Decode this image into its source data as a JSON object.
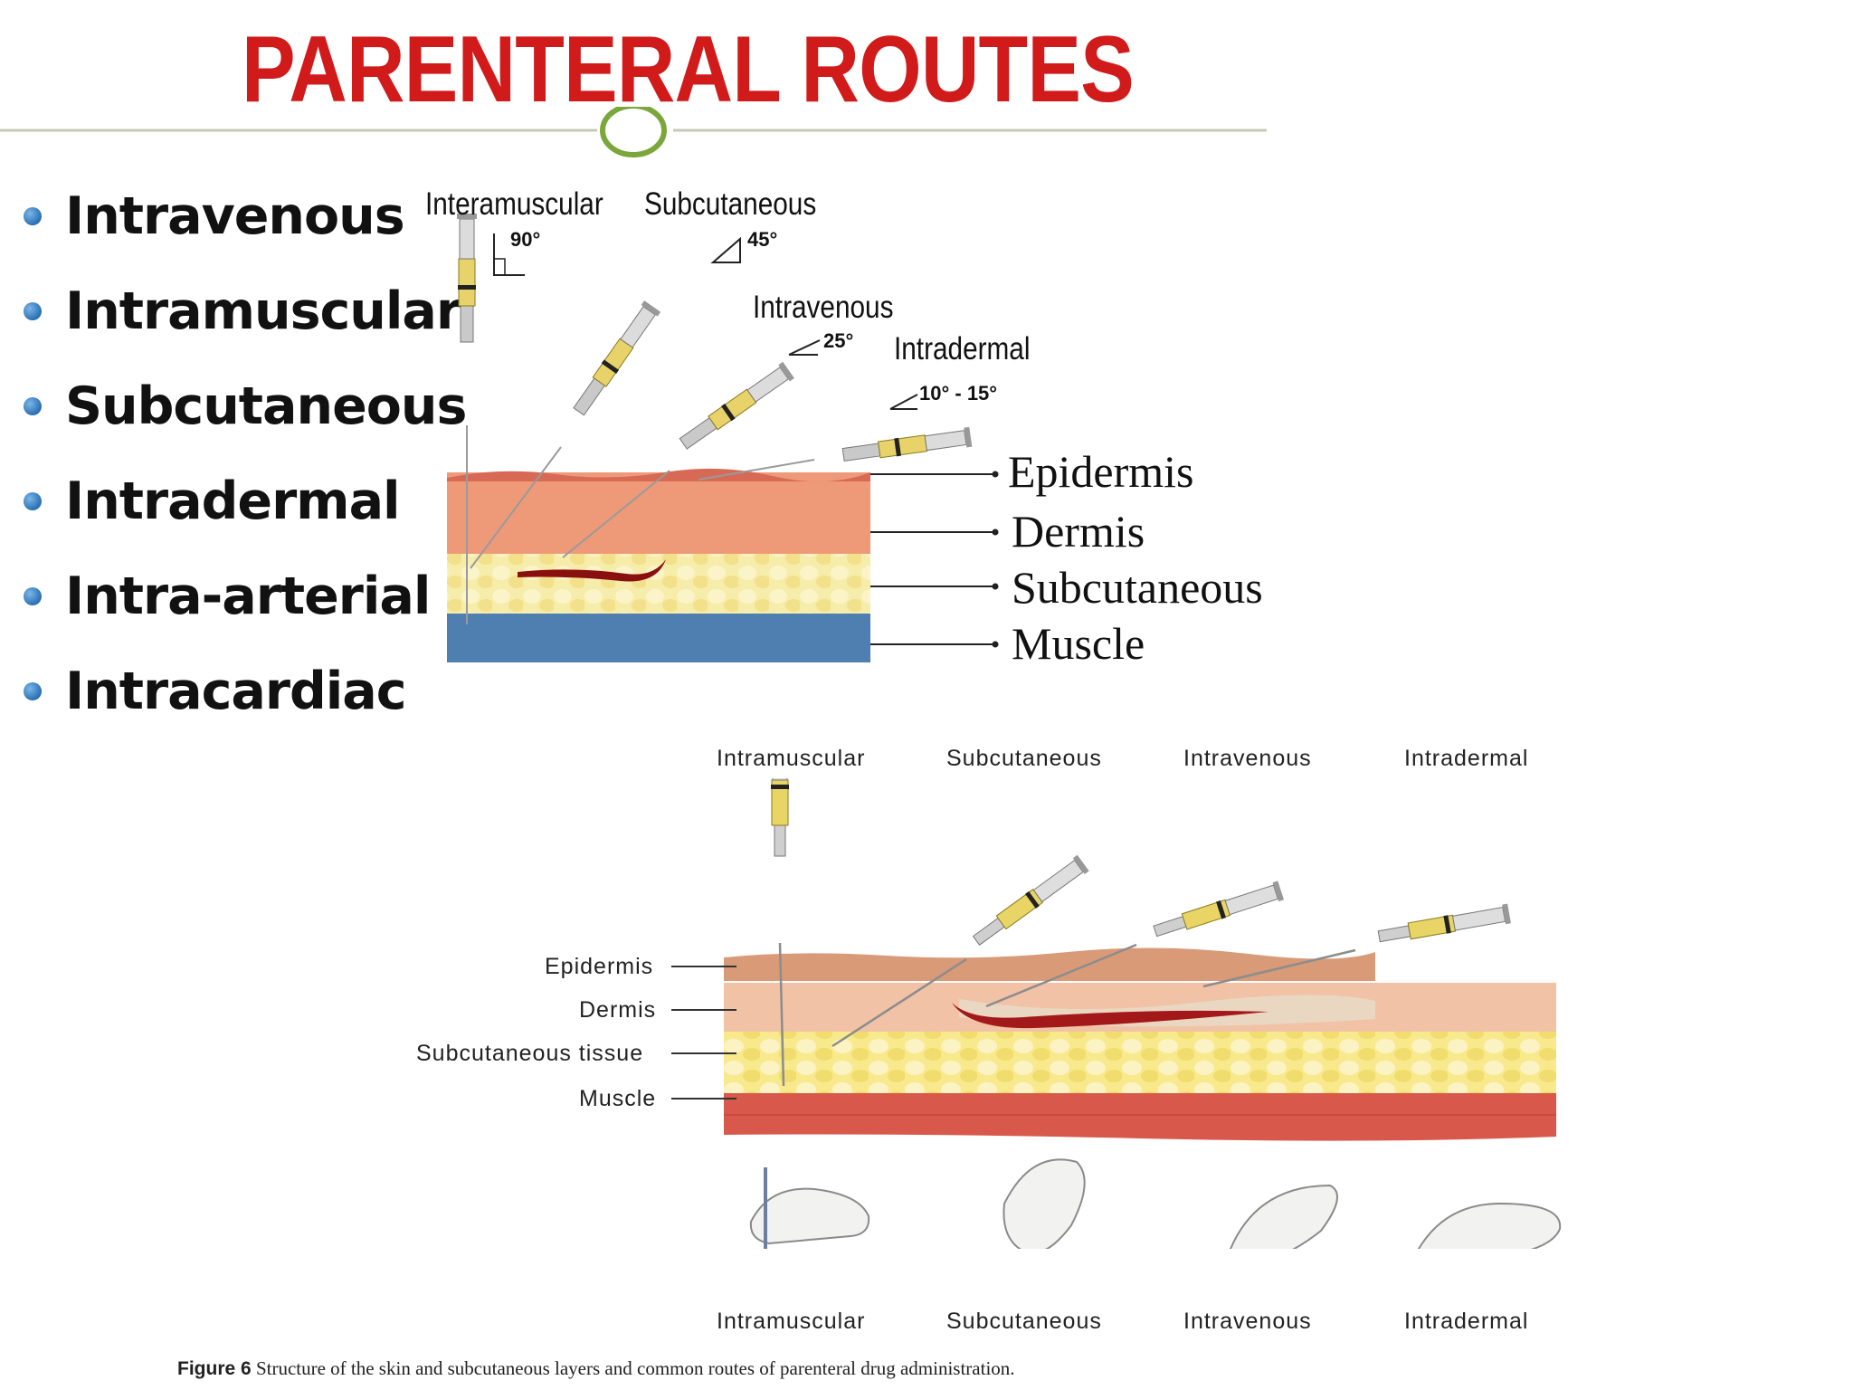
{
  "title": "PARENTERAL ROUTES",
  "routes_list": [
    "Intravenous",
    "Intramuscular",
    "Subcutaneous",
    "Intradermal",
    "Intra-arterial",
    "Intracardiac"
  ],
  "top_diagram": {
    "needle_labels": [
      "Interamuscular",
      "Subcutaneous",
      "Intravenous",
      "Intradermal"
    ],
    "angles": [
      "90°",
      "45°",
      "25°",
      "10° - 15°"
    ],
    "layers": [
      "Epidermis",
      "Dermis",
      "Subcutaneous",
      "Muscle"
    ]
  },
  "bottom_diagram": {
    "route_labels": [
      "Intramuscular",
      "Subcutaneous",
      "Intravenous",
      "Intradermal"
    ],
    "layer_labels": [
      "Epidermis",
      "Dermis",
      "Subcutaneous tissue",
      "Muscle"
    ],
    "hand_labels": [
      "Intramuscular",
      "Subcutaneous",
      "Intravenous",
      "Intradermal"
    ]
  },
  "caption": {
    "figure_label": "Figure 6",
    "text": "Structure of the skin and subcutaneous layers and common routes of parenteral drug administration."
  },
  "colors": {
    "title": "#d11a1a",
    "bullet": "#2a6fb3",
    "dermis": "#ee9a78",
    "epidermis": "#d86a55",
    "subcutaneous": "#f6e9a3",
    "muscle": "#4f7fb0",
    "muscle_bottom": "#d8584c",
    "vein": "#8a1010"
  }
}
